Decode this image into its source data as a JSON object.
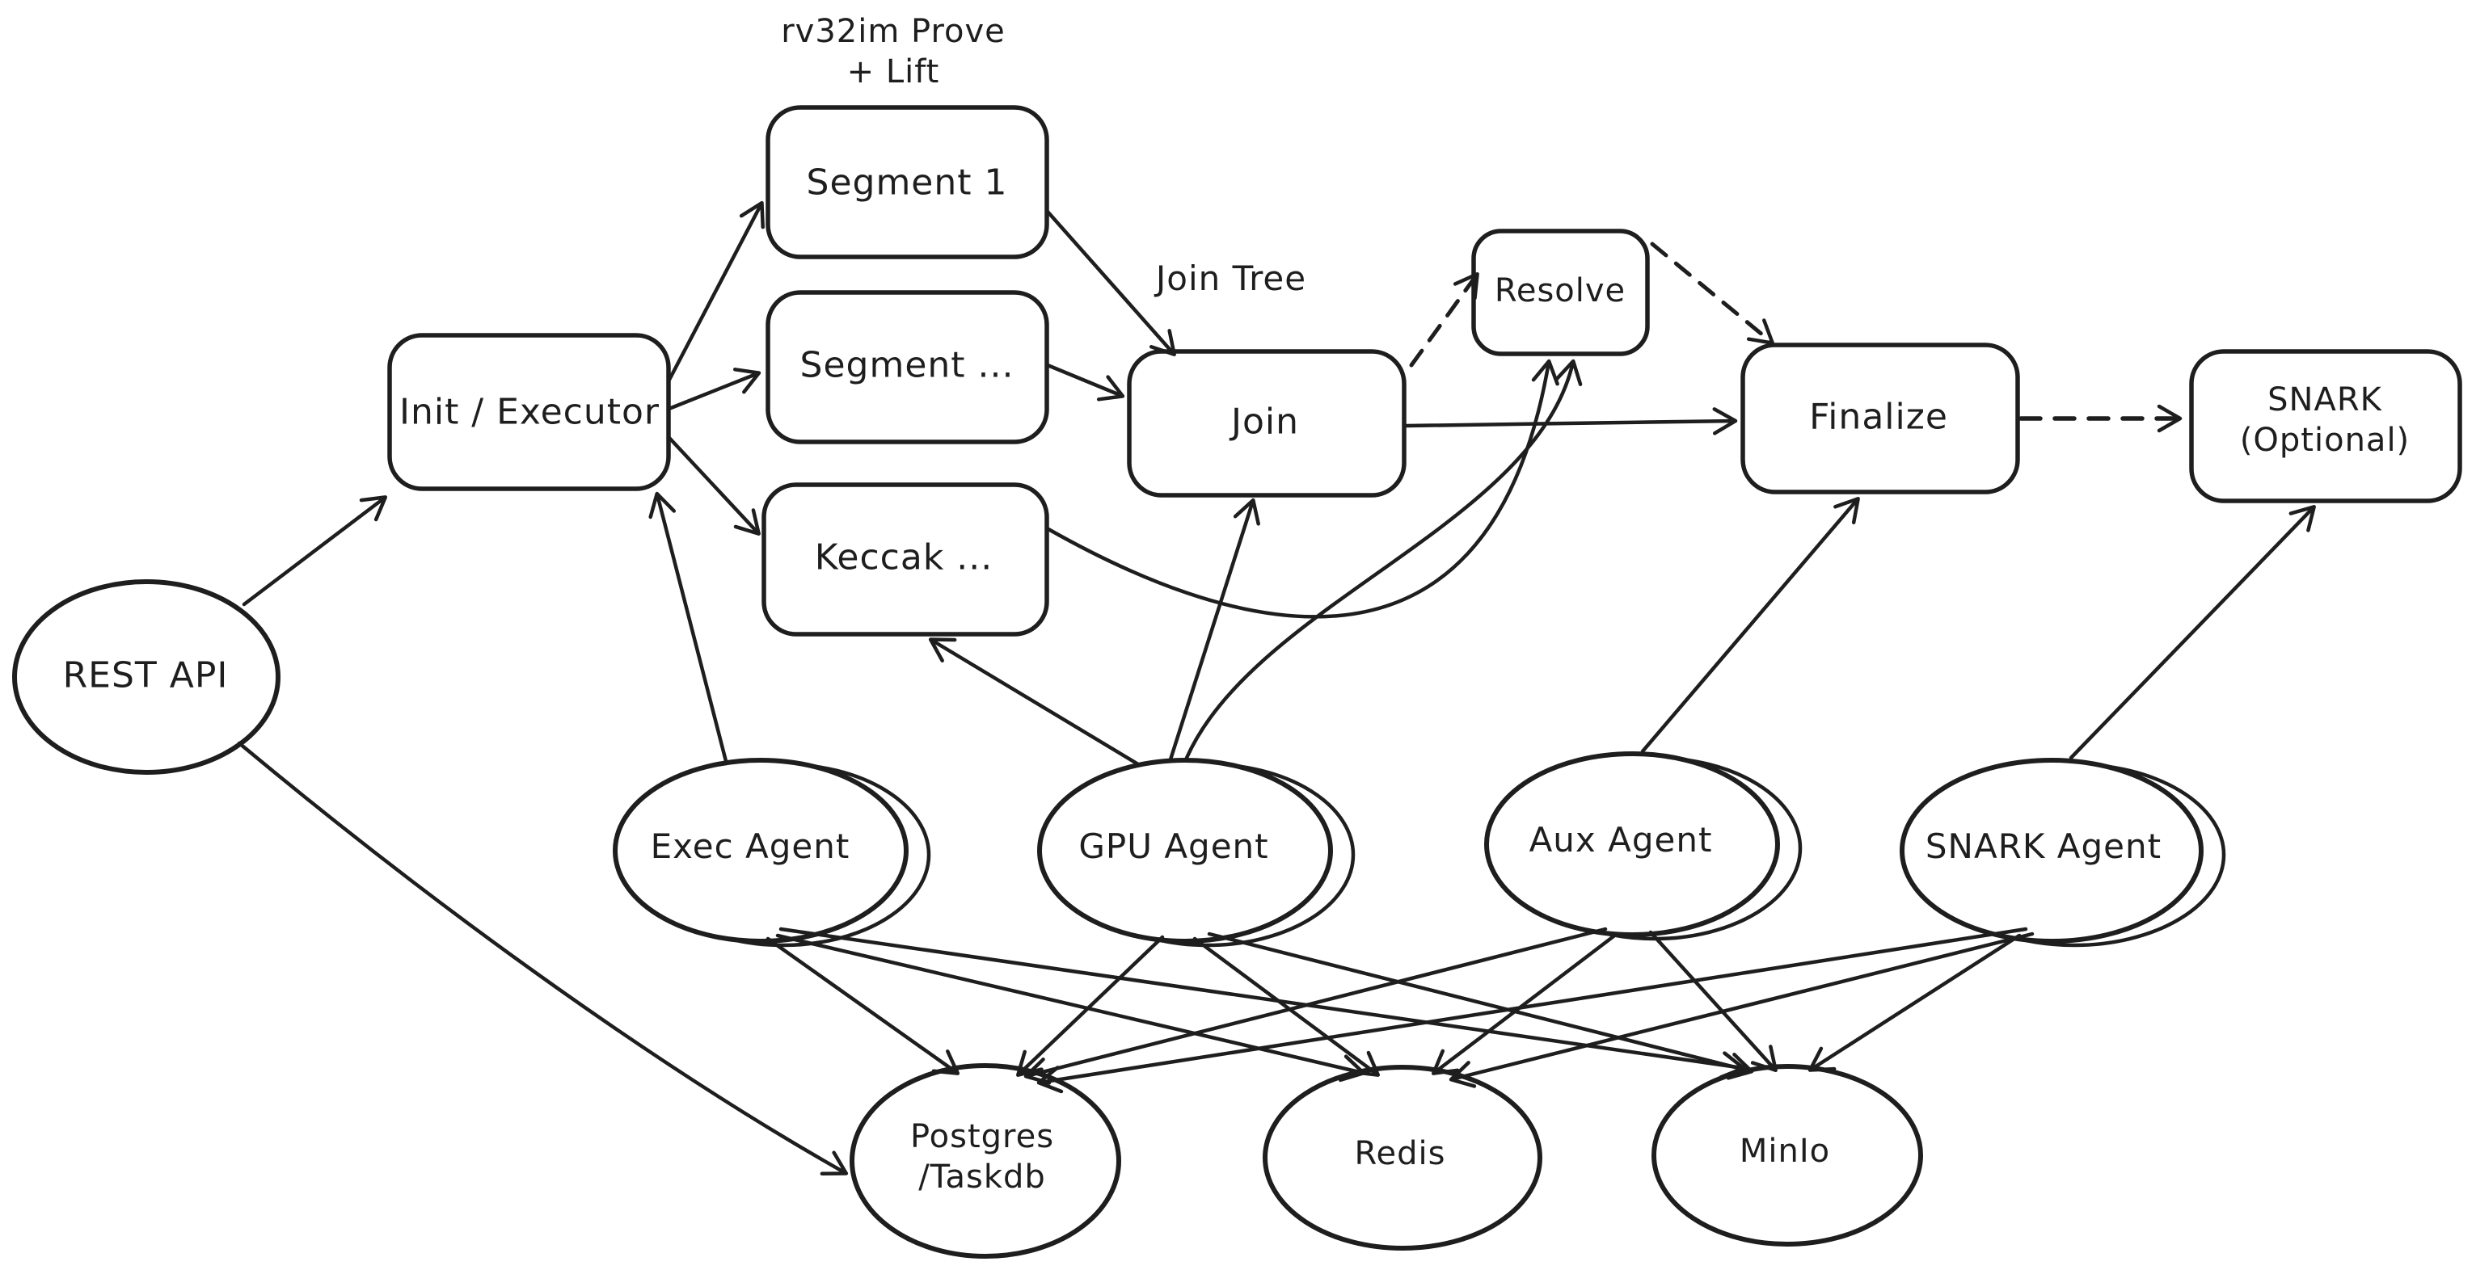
{
  "canvas": {
    "background": "#ffffff",
    "stroke_color": "#1e1e1e"
  },
  "annotations": {
    "prove_lift_line1": "rv32im Prove",
    "prove_lift_line2": "+ Lift",
    "join_tree": "Join Tree"
  },
  "nodes": {
    "rest_api": {
      "label": "REST API",
      "shape": "ellipse"
    },
    "init_executor": {
      "label": "Init / Executor",
      "shape": "rounded-rect"
    },
    "segment_1": {
      "label": "Segment 1",
      "shape": "rounded-rect"
    },
    "segment_dots": {
      "label": "Segment ...",
      "shape": "rounded-rect"
    },
    "keccak": {
      "label": "Keccak ...",
      "shape": "rounded-rect"
    },
    "join": {
      "label": "Join",
      "shape": "rounded-rect"
    },
    "resolve": {
      "label": "Resolve",
      "shape": "rounded-rect"
    },
    "finalize": {
      "label": "Finalize",
      "shape": "rounded-rect"
    },
    "snark": {
      "label_line1": "SNARK",
      "label_line2": "(Optional)",
      "shape": "rounded-rect"
    },
    "exec_agent": {
      "label": "Exec Agent",
      "shape": "double-ellipse"
    },
    "gpu_agent": {
      "label": "GPU Agent",
      "shape": "double-ellipse"
    },
    "aux_agent": {
      "label": "Aux Agent",
      "shape": "double-ellipse"
    },
    "snark_agent": {
      "label": "SNARK Agent",
      "shape": "double-ellipse"
    },
    "postgres": {
      "label_line1": "Postgres",
      "label_line2": "/Taskdb",
      "shape": "ellipse"
    },
    "redis": {
      "label": "Redis",
      "shape": "ellipse"
    },
    "minio": {
      "label": "MinIo",
      "shape": "ellipse"
    }
  },
  "edges": [
    {
      "from": "REST API",
      "to": "Init / Executor",
      "style": "solid"
    },
    {
      "from": "REST API",
      "to": "Postgres /Taskdb",
      "style": "solid"
    },
    {
      "from": "Init / Executor",
      "to": "Segment 1",
      "style": "solid"
    },
    {
      "from": "Init / Executor",
      "to": "Segment ...",
      "style": "solid"
    },
    {
      "from": "Init / Executor",
      "to": "Keccak ...",
      "style": "solid"
    },
    {
      "from": "Segment 1",
      "to": "Join",
      "style": "solid"
    },
    {
      "from": "Segment ...",
      "to": "Join",
      "style": "solid"
    },
    {
      "from": "Keccak ...",
      "to": "Resolve",
      "style": "solid"
    },
    {
      "from": "Join",
      "to": "Finalize",
      "style": "solid"
    },
    {
      "from": "Join",
      "to": "Resolve",
      "style": "dashed"
    },
    {
      "from": "Resolve",
      "to": "Finalize",
      "style": "dashed"
    },
    {
      "from": "Finalize",
      "to": "SNARK (Optional)",
      "style": "dashed"
    },
    {
      "from": "Exec Agent",
      "to": "Init / Executor",
      "style": "solid"
    },
    {
      "from": "GPU Agent",
      "to": "Join",
      "style": "solid"
    },
    {
      "from": "GPU Agent",
      "to": "Keccak ...",
      "style": "solid"
    },
    {
      "from": "GPU Agent",
      "to": "Resolve",
      "style": "solid"
    },
    {
      "from": "Aux Agent",
      "to": "Finalize",
      "style": "solid"
    },
    {
      "from": "SNARK Agent",
      "to": "SNARK (Optional)",
      "style": "solid"
    },
    {
      "from": "Exec Agent",
      "to": "Postgres /Taskdb",
      "style": "solid"
    },
    {
      "from": "Exec Agent",
      "to": "Redis",
      "style": "solid"
    },
    {
      "from": "Exec Agent",
      "to": "MinIo",
      "style": "solid"
    },
    {
      "from": "GPU Agent",
      "to": "Postgres /Taskdb",
      "style": "solid"
    },
    {
      "from": "GPU Agent",
      "to": "Redis",
      "style": "solid"
    },
    {
      "from": "GPU Agent",
      "to": "MinIo",
      "style": "solid"
    },
    {
      "from": "Aux Agent",
      "to": "Postgres /Taskdb",
      "style": "solid"
    },
    {
      "from": "Aux Agent",
      "to": "Redis",
      "style": "solid"
    },
    {
      "from": "Aux Agent",
      "to": "MinIo",
      "style": "solid"
    },
    {
      "from": "SNARK Agent",
      "to": "Postgres /Taskdb",
      "style": "solid"
    },
    {
      "from": "SNARK Agent",
      "to": "Redis",
      "style": "solid"
    },
    {
      "from": "SNARK Agent",
      "to": "MinIo",
      "style": "solid"
    }
  ]
}
